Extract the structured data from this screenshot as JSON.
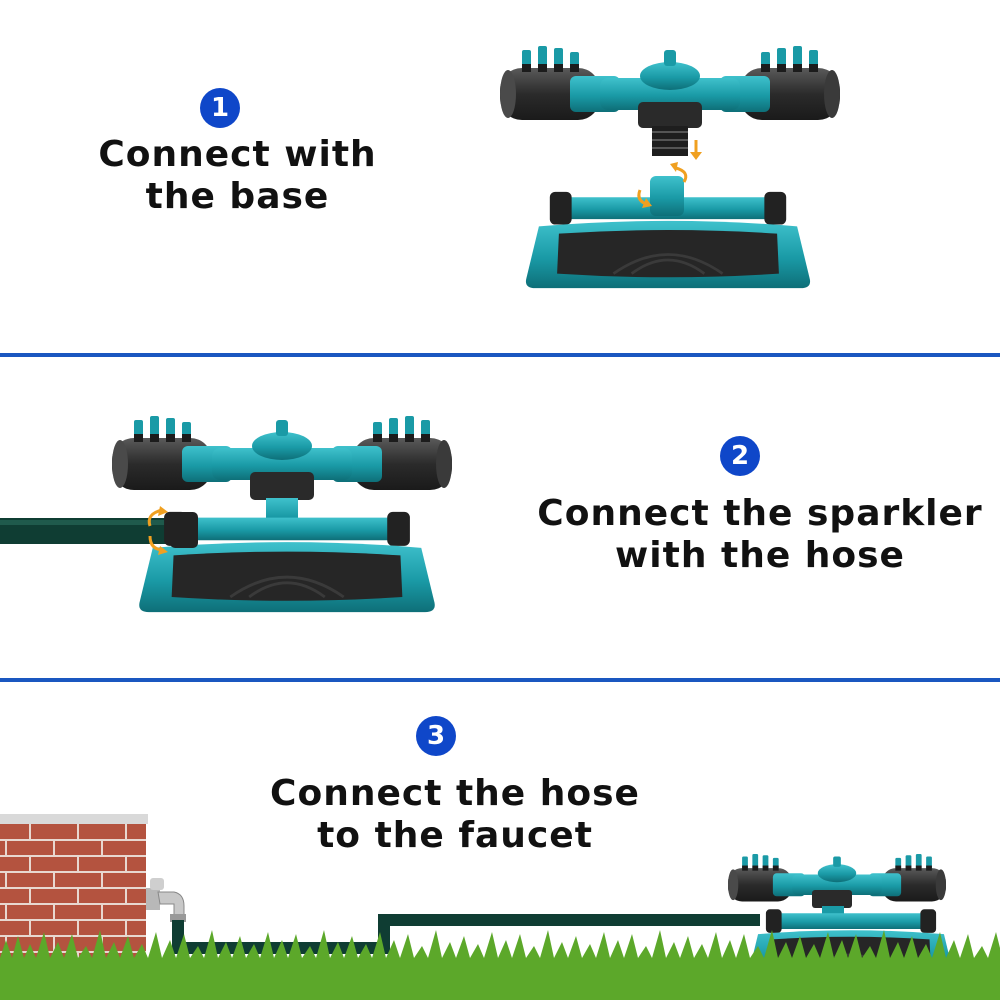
{
  "colors": {
    "badge": "#0f47c9",
    "divider": "#1a57c0",
    "teal": "#1a9aa6",
    "dark": "#2b2b2b",
    "arrow": "#f0a020",
    "hose": "#0f3d33",
    "brick": "#b4533f",
    "grass": "#4c9a1c"
  },
  "steps": [
    {
      "number": "1",
      "text_lines": [
        "Connect with",
        "the base"
      ]
    },
    {
      "number": "2",
      "text_lines": [
        "Connect the sparkler",
        "with the hose"
      ]
    },
    {
      "number": "3",
      "text_lines": [
        "Connect the hose",
        "to the faucet"
      ]
    }
  ],
  "icons": {
    "sprinkler": "sprinkler-icon",
    "base": "sprinkler-base-icon",
    "rotate": "rotate-arrow-icon",
    "down": "down-arrow-icon",
    "faucet": "faucet-icon",
    "wall": "brick-wall-icon",
    "grass": "grass-icon"
  }
}
